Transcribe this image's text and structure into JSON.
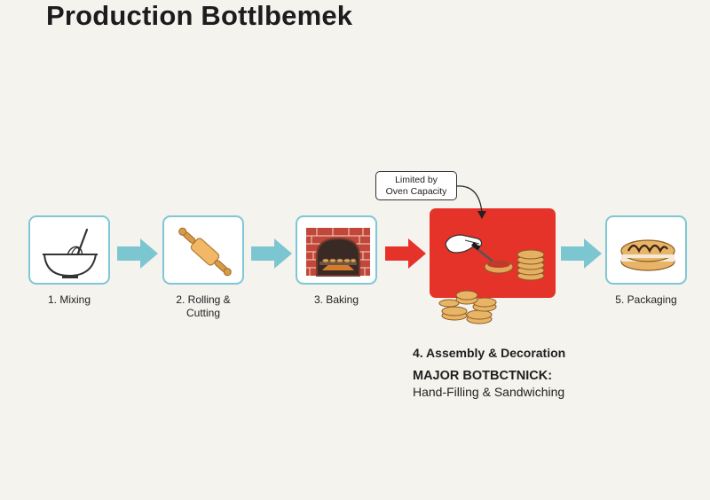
{
  "title": "Production Bottlbemek",
  "steps": [
    {
      "label": "1. Mixing",
      "icon": "mixing-bowl-icon"
    },
    {
      "label": "2. Rolling &\nCutting",
      "icon": "rolling-pin-icon"
    },
    {
      "label": "3. Baking",
      "icon": "oven-icon"
    },
    {
      "label": "5. Packaging",
      "icon": "packaged-cookie-icon"
    }
  ],
  "bottleneck": {
    "callout": "Limited by\nOven Capacity",
    "stage": "4. Assembly & Decoration",
    "heading": "MAJOR BOTBCTNICK:",
    "description": "Hand-Filling & Sandwiching",
    "icon": "hand-filling-icon"
  },
  "colors": {
    "normal_arrow": "#7cc6d1",
    "bottleneck_arrow": "#e5332a",
    "box_border": "#7fc7d6",
    "bottleneck_fill": "#e5332a"
  }
}
